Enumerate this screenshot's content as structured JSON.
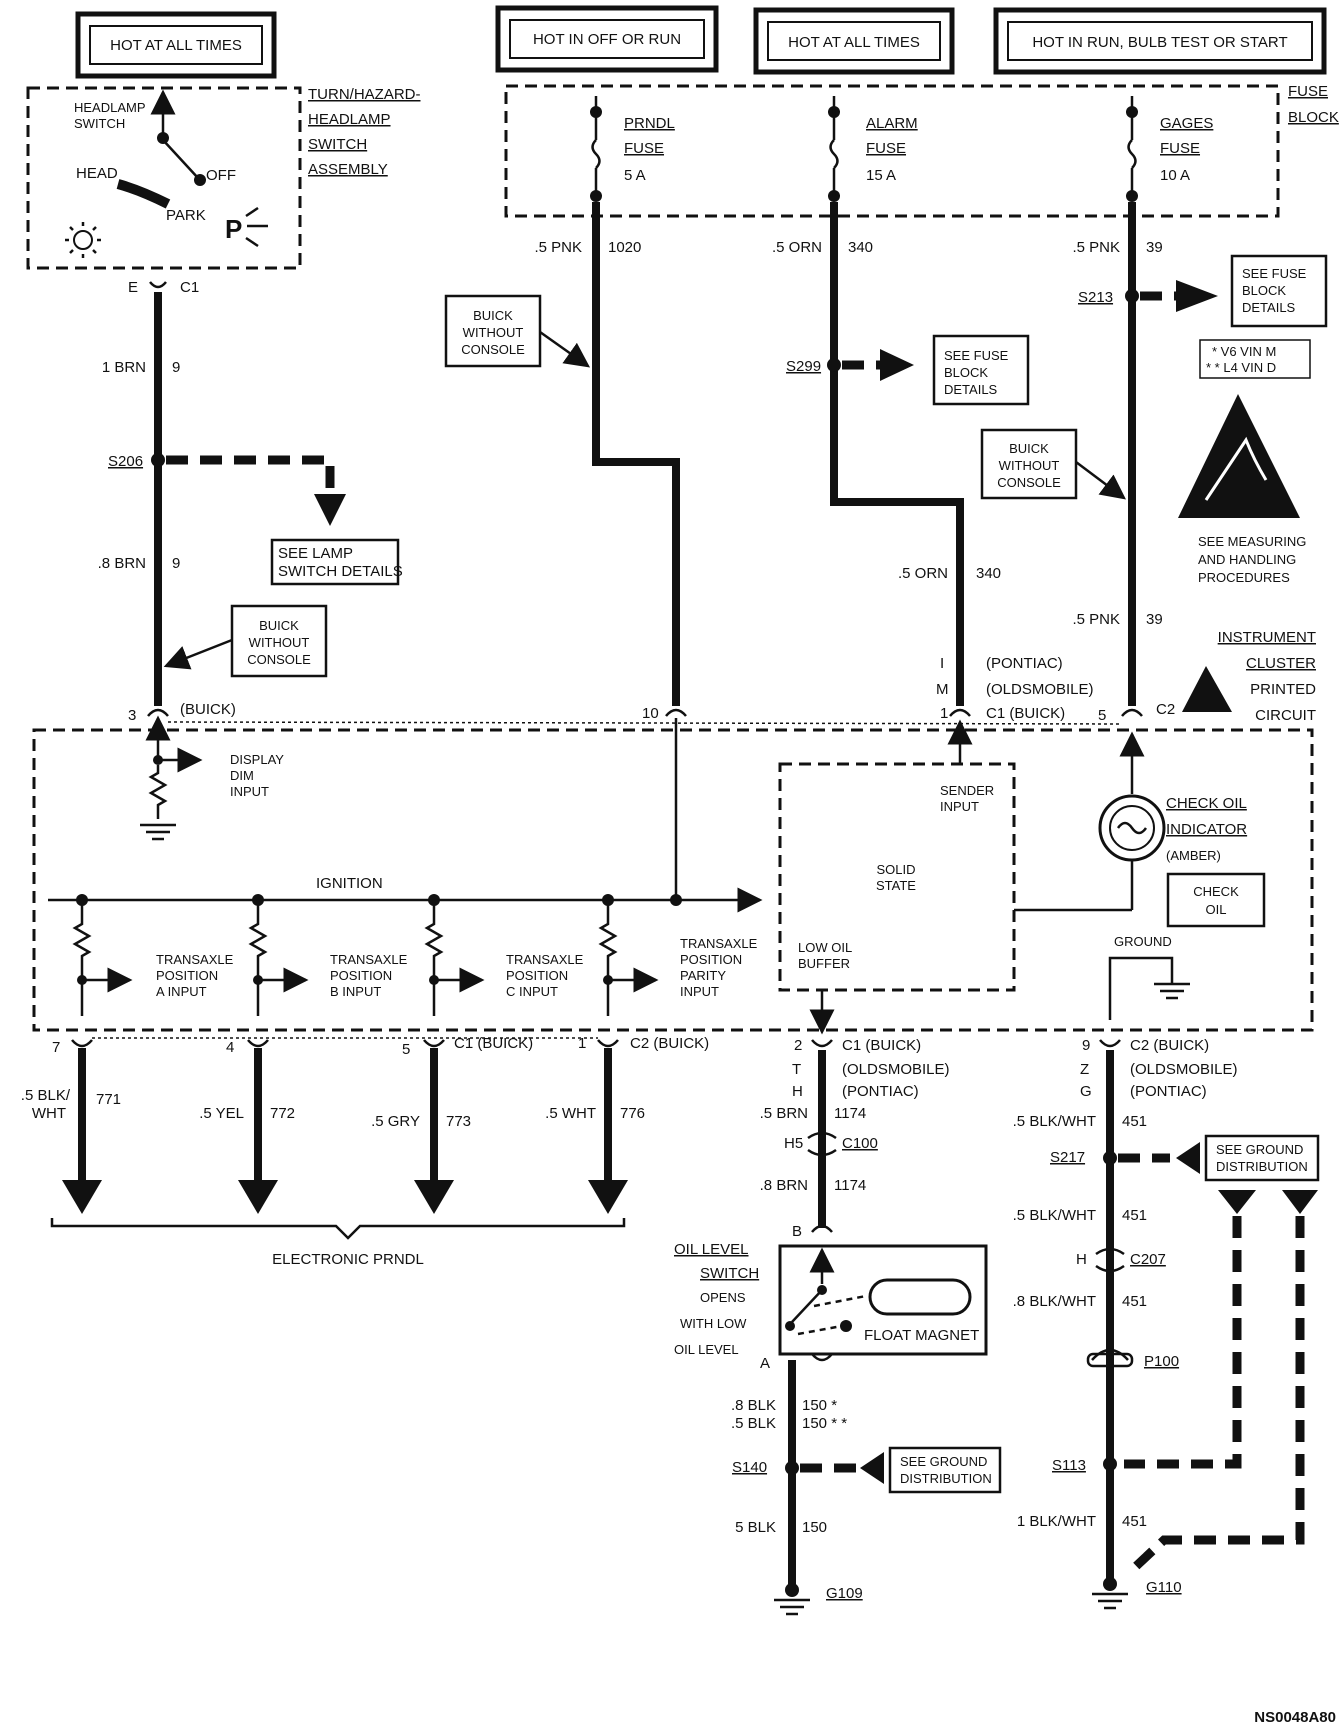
{
  "headers": {
    "hot_left": "HOT AT ALL TIMES",
    "hot_off_run": "HOT IN OFF OR RUN",
    "hot_mid": "HOT AT ALL TIMES",
    "hot_run_bulb": "HOT IN RUN, BULB TEST OR START"
  },
  "switch_assembly": {
    "title": [
      "TURN/HAZARD-",
      "HEADLAMP",
      "SWITCH",
      "ASSEMBLY"
    ],
    "headlamp_switch": [
      "HEADLAMP",
      "SWITCH"
    ],
    "head": "HEAD",
    "off": "OFF",
    "park": "PARK",
    "p_symbol": "P",
    "connector_pin": "E",
    "connector": "C1"
  },
  "fuse_block": {
    "label": [
      "FUSE",
      "BLOCK"
    ],
    "fuses": [
      {
        "name": [
          "PRNDL",
          "FUSE"
        ],
        "rating": "5 A"
      },
      {
        "name": [
          "ALARM",
          "FUSE"
        ],
        "rating": "15 A"
      },
      {
        "name": [
          "GAGES",
          "FUSE"
        ],
        "rating": "10 A"
      }
    ]
  },
  "wires": {
    "brn1": {
      "gauge": "1 BRN",
      "circuit": "9"
    },
    "brn8": {
      "gauge": ".8 BRN",
      "circuit": "9"
    },
    "pnk1020": {
      "gauge": ".5 PNK",
      "circuit": "1020"
    },
    "orn340_top": {
      "gauge": ".5 ORN",
      "circuit": "340"
    },
    "orn340_bot": {
      "gauge": ".5 ORN",
      "circuit": "340"
    },
    "pnk39_top": {
      "gauge": ".5 PNK",
      "circuit": "39"
    },
    "pnk39_bot": {
      "gauge": ".5 PNK",
      "circuit": "39"
    },
    "blk771": {
      "gauge": [
        ".5 BLK/",
        "WHT"
      ],
      "circuit": "771"
    },
    "yel772": {
      "gauge": ".5 YEL",
      "circuit": "772"
    },
    "gry773": {
      "gauge": ".5 GRY",
      "circuit": "773"
    },
    "wht776": {
      "gauge": ".5 WHT",
      "circuit": "776"
    },
    "brn1174a": {
      "gauge": ".5 BRN",
      "circuit": "1174"
    },
    "brn1174b": {
      "gauge": ".8 BRN",
      "circuit": "1174"
    },
    "blk150a": {
      "gauge": ".8 BLK",
      "circuit": "150 *"
    },
    "blk150b": {
      "gauge": ".5 BLK",
      "circuit": "150 * *"
    },
    "blk150c": {
      "gauge": "5 BLK",
      "circuit": "150"
    },
    "bw451a": {
      "gauge": ".5 BLK/WHT",
      "circuit": "451"
    },
    "bw451b": {
      "gauge": ".5 BLK/WHT",
      "circuit": "451"
    },
    "bw451c": {
      "gauge": ".8 BLK/WHT",
      "circuit": "451"
    },
    "bw451d": {
      "gauge": "1 BLK/WHT",
      "circuit": "451"
    }
  },
  "splices": {
    "s206": "S206",
    "s299": "S299",
    "s213": "S213",
    "s217": "S217",
    "s140": "S140",
    "s113": "S113"
  },
  "notes": {
    "buick_wc": [
      "BUICK",
      "WITHOUT",
      "CONSOLE"
    ],
    "see_fuse_block": [
      "SEE FUSE",
      "BLOCK",
      "DETAILS"
    ],
    "see_lamp_switch": [
      "SEE LAMP",
      "SWITCH DETAILS"
    ],
    "see_ground": [
      "SEE GROUND",
      "DISTRIBUTION"
    ],
    "vin_v6": "* V6 VIN M",
    "vin_l4": "* * L4 VIN D",
    "esd": [
      "SEE MEASURING",
      "AND HANDLING",
      "PROCEDURES"
    ]
  },
  "cluster": {
    "title": [
      "INSTRUMENT",
      "CLUSTER",
      "PRINTED",
      "CIRCUIT"
    ],
    "pin3": "3",
    "pin3_note": "(BUICK)",
    "pin10": "10",
    "pin_i": "I",
    "pin_i_note": "(PONTIAC)",
    "pin_m": "M",
    "pin_m_note": "(OLDSMOBILE)",
    "pin1": "1",
    "pin1_note": "C1 (BUICK)",
    "pin5": "5",
    "pin5_conn": "C2",
    "display_dim": [
      "DISPLAY",
      "DIM",
      "INPUT"
    ],
    "ignition": "IGNITION",
    "trans_a": [
      "TRANSAXLE",
      "POSITION",
      "A INPUT"
    ],
    "trans_b": [
      "TRANSAXLE",
      "POSITION",
      "B INPUT"
    ],
    "trans_c": [
      "TRANSAXLE",
      "POSITION",
      "C INPUT"
    ],
    "trans_p": [
      "TRANSAXLE",
      "POSITION",
      "PARITY",
      "INPUT"
    ],
    "sender_input": [
      "SENDER",
      "INPUT"
    ],
    "solid_state": [
      "SOLID",
      "STATE"
    ],
    "low_oil": [
      "LOW OIL",
      "BUFFER"
    ],
    "check_oil_ind": [
      "CHECK OIL",
      "INDICATOR",
      "(AMBER)"
    ],
    "check_oil": [
      "CHECK",
      "OIL"
    ],
    "ground": "GROUND",
    "bottom_pins": [
      {
        "pin": "7",
        "note": ""
      },
      {
        "pin": "4",
        "note": ""
      },
      {
        "pin": "5",
        "note": "C1 (BUICK)"
      },
      {
        "pin": "1",
        "note": "C2 (BUICK)"
      }
    ],
    "pin2": "2",
    "pin2_note": "C1 (BUICK)",
    "pin_t": "T",
    "pin_t_note": "(OLDSMOBILE)",
    "pin_h": "H",
    "pin_h_note": "(PONTIAC)",
    "pin9": "9",
    "pin9_note": "C2 (BUICK)",
    "pin_z": "Z",
    "pin_z_note": "(OLDSMOBILE)",
    "pin_g": "G",
    "pin_g_note": "(PONTIAC)"
  },
  "electronic_prndl": "ELECTRONIC PRNDL",
  "connectors": {
    "h5": "H5",
    "c100": "C100",
    "h": "H",
    "c207": "C207",
    "p100": "P100",
    "b": "B",
    "a": "A"
  },
  "oil_switch": {
    "label": [
      "OIL LEVEL",
      "SWITCH",
      "OPENS",
      "WITH LOW",
      "OIL LEVEL"
    ],
    "float": "FLOAT MAGNET"
  },
  "grounds": {
    "g109": "G109",
    "g110": "G110"
  },
  "figure_id": "NS0048A80"
}
